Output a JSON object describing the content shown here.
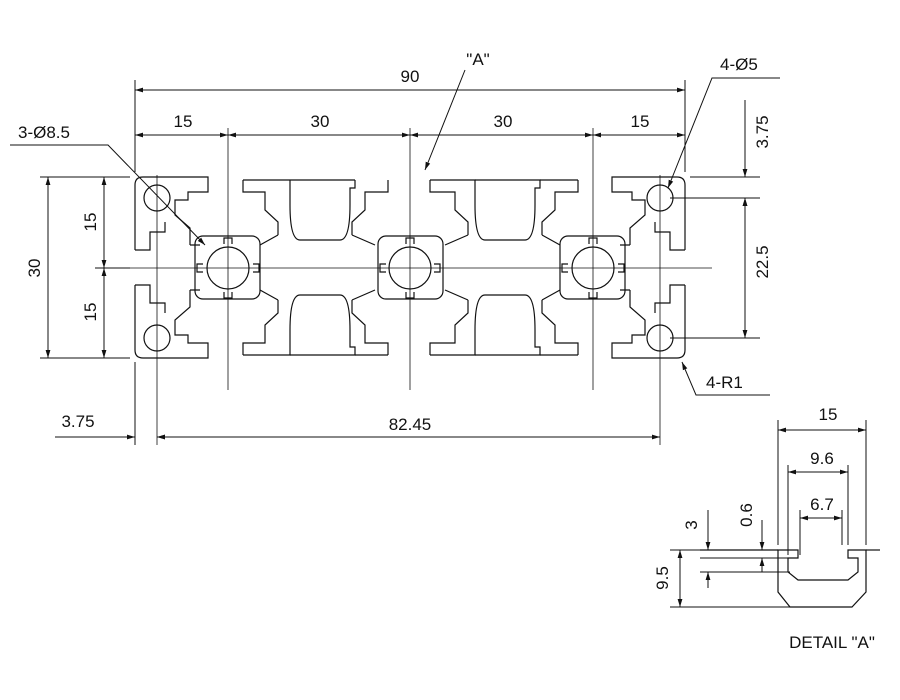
{
  "drawing": {
    "dims": {
      "overall_width": "90",
      "pitch_a": "15",
      "pitch_b": "30",
      "pitch_c": "30",
      "pitch_d": "15",
      "height_total": "30",
      "height_upper": "15",
      "height_lower": "15",
      "offset_left": "3.75",
      "span_bottom": "82.45",
      "offset_top_right": "3.75",
      "span_right": "22.5"
    },
    "callouts": {
      "view_marker": "\"A\"",
      "large_holes": "3-Ø8.5",
      "small_holes": "4-Ø5",
      "corner_radius": "4-R1"
    },
    "detail": {
      "width": "15",
      "opening": "9.6",
      "slot": "6.7",
      "lip": "0.6",
      "depth_small": "3",
      "depth": "9.5",
      "title": "DETAIL \"A\""
    },
    "colors": {
      "line": "#111111",
      "background": "#ffffff"
    }
  }
}
